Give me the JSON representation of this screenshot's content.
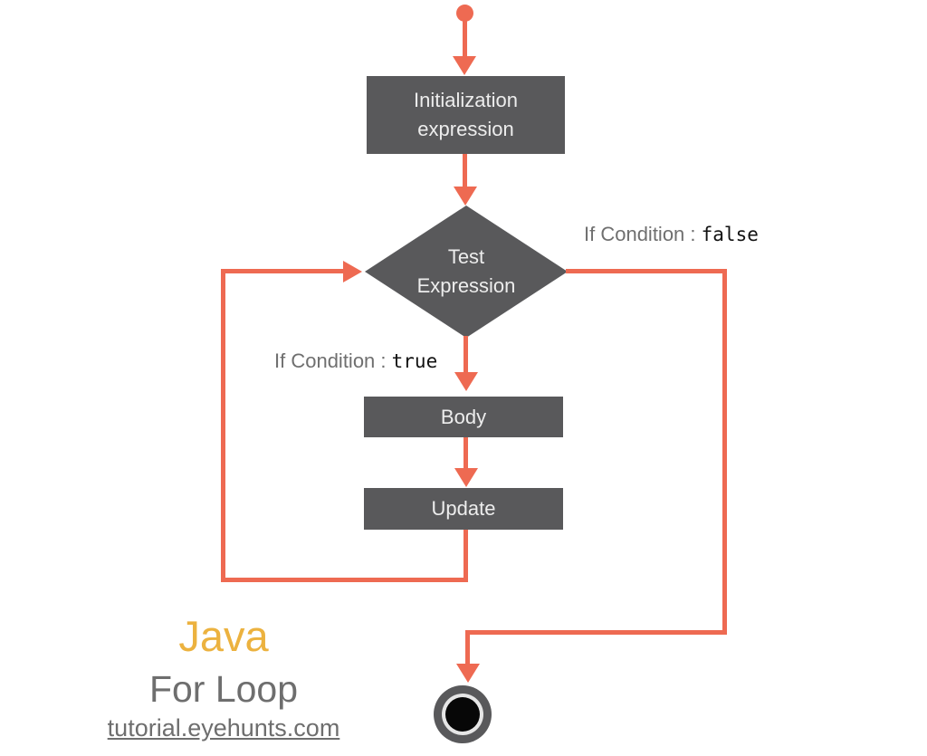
{
  "colors": {
    "accent": "#ee6a52",
    "node": "#59595b",
    "node_text": "#ededed",
    "label_gray": "#6f6f6f",
    "label_black": "#121212",
    "java_gold": "#ecb23f",
    "brand_gray": "#6e6e6e",
    "end_ring": "#e6e6e6",
    "end_core": "#070707",
    "background": "#ffffff"
  },
  "flowchart": {
    "nodes": {
      "initialization": {
        "line1": "Initialization",
        "line2": "expression"
      },
      "test": {
        "line1": "Test",
        "line2": "Expression"
      },
      "body": {
        "label": "Body"
      },
      "update": {
        "label": "Update"
      }
    },
    "labels": {
      "false_branch": {
        "prefix": "If Condition : ",
        "value": "false"
      },
      "true_branch": {
        "prefix": "If Condition : ",
        "value": "true"
      }
    }
  },
  "branding": {
    "language": "Java",
    "topic": "For Loop",
    "site": "tutorial.eyehunts.com"
  }
}
